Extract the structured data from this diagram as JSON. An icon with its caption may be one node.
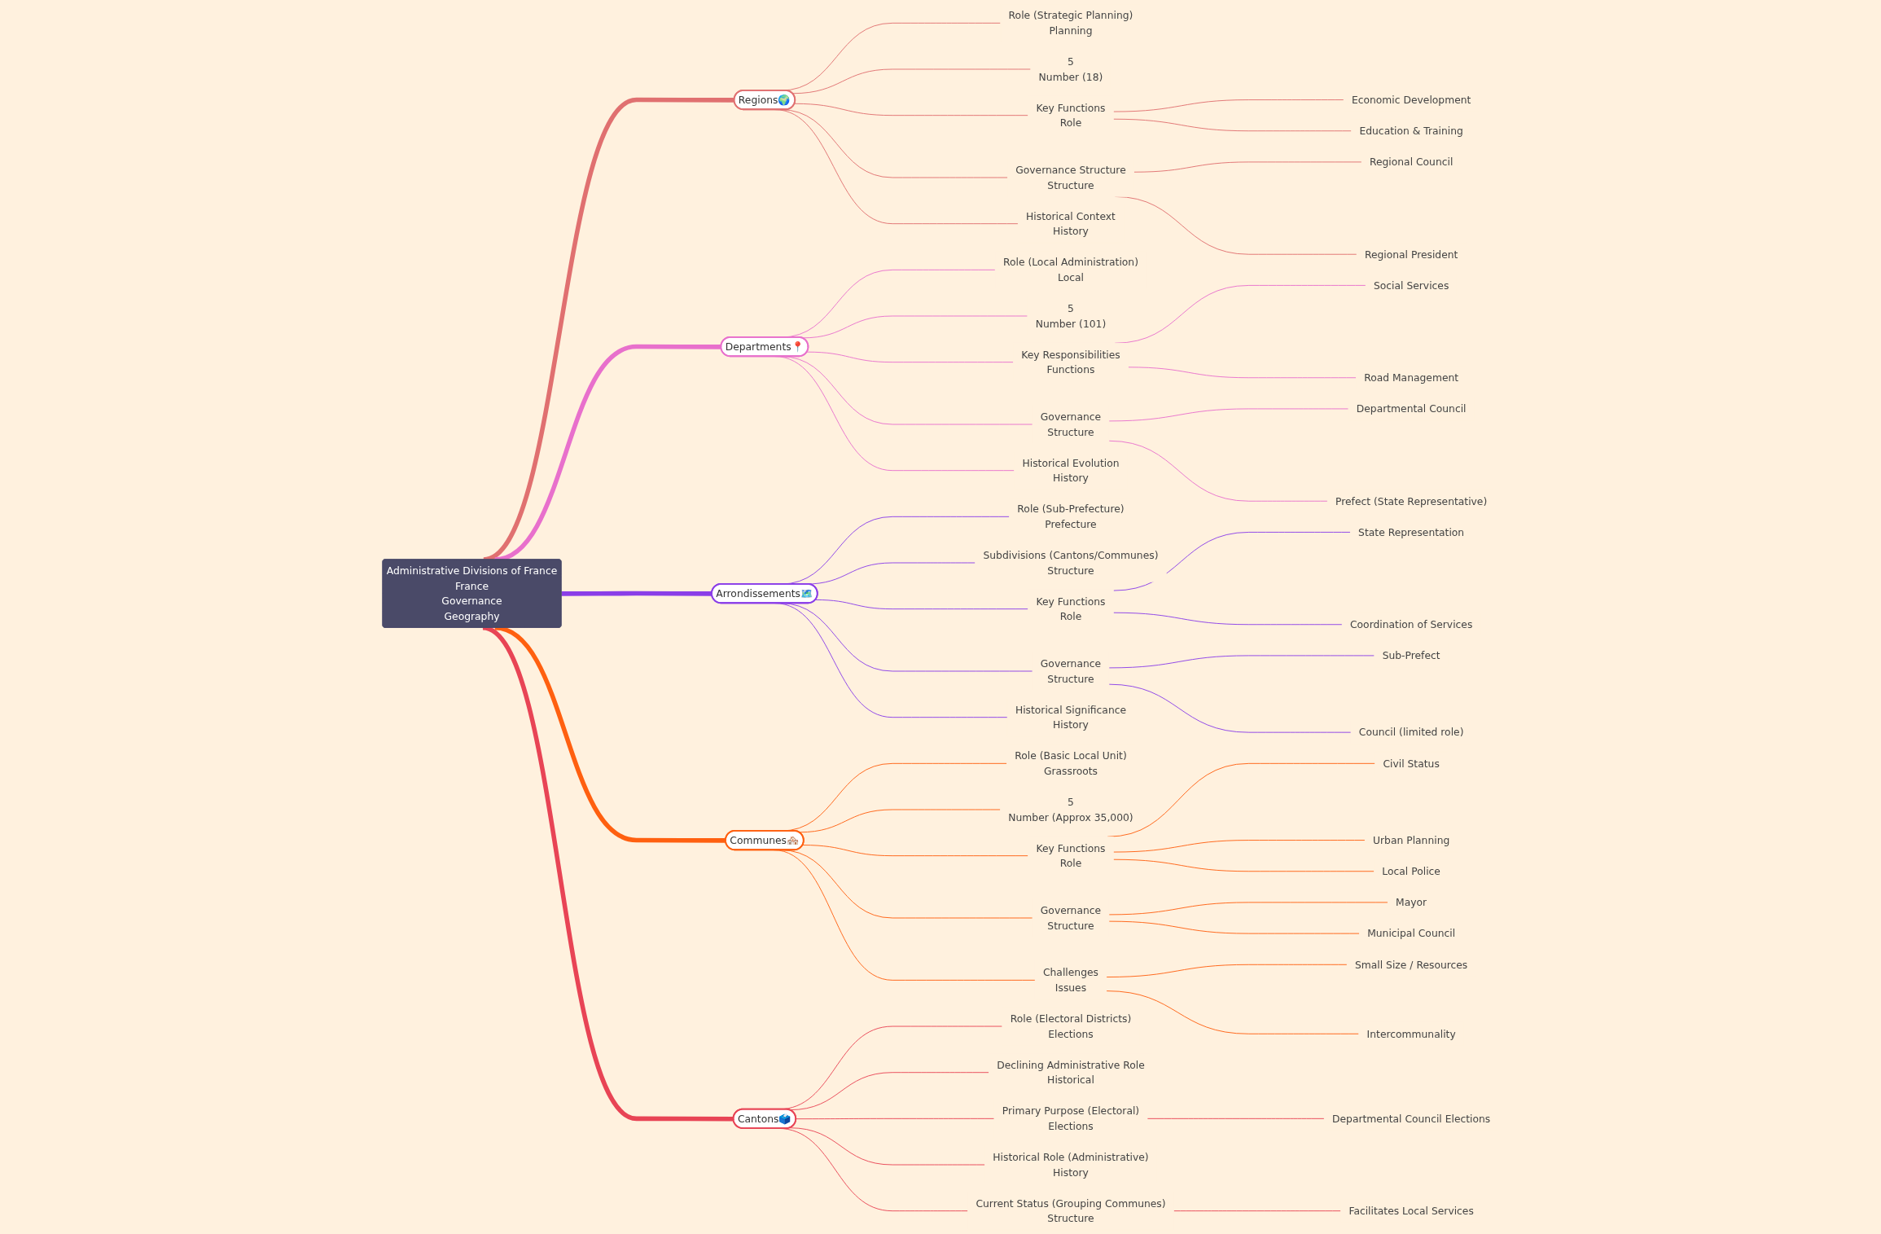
{
  "diagram": {
    "nodes": [
      {
        "text": [
          "Administrative Divisions of France",
          "France",
          "Governance",
          "Geography"
        ]
      },
      {
        "text": [
          "Regions🌍"
        ]
      },
      {
        "text": [
          "Role (Strategic Planning)",
          "Planning"
        ]
      },
      {
        "text": [
          "5",
          "Number (18)"
        ]
      },
      {
        "text": [
          "Key Functions",
          "Role"
        ]
      },
      {
        "text": [
          "Economic Development"
        ]
      },
      {
        "text": [
          "Education & Training"
        ]
      },
      {
        "text": [
          "Governance Structure",
          "Structure"
        ]
      },
      {
        "text": [
          "Regional Council"
        ]
      },
      {
        "text": [
          "Regional President"
        ]
      },
      {
        "text": [
          "Historical Context",
          "History"
        ]
      },
      {
        "text": [
          "Departments📍"
        ]
      },
      {
        "text": [
          "Role (Local Administration)",
          "Local"
        ]
      },
      {
        "text": [
          "5",
          "Number (101)"
        ]
      },
      {
        "text": [
          "Key Responsibilities",
          "Functions"
        ]
      },
      {
        "text": [
          "Social Services"
        ]
      },
      {
        "text": [
          "Road Management"
        ]
      },
      {
        "text": [
          "Governance",
          "Structure"
        ]
      },
      {
        "text": [
          "Departmental Council"
        ]
      },
      {
        "text": [
          "Prefect (State Representative)"
        ]
      },
      {
        "text": [
          "Historical Evolution",
          "History"
        ]
      },
      {
        "text": [
          "Arrondissements🗺️"
        ]
      },
      {
        "text": [
          "Role (Sub-Prefecture)",
          "Prefecture"
        ]
      },
      {
        "text": [
          "Subdivisions (Cantons/Communes)",
          "Structure"
        ]
      },
      {
        "text": [
          "Key Functions",
          "Role"
        ]
      },
      {
        "text": [
          "State Representation"
        ]
      },
      {
        "text": [
          "Coordination of Services"
        ]
      },
      {
        "text": [
          "Governance",
          "Structure"
        ]
      },
      {
        "text": [
          "Sub-Prefect"
        ]
      },
      {
        "text": [
          "Council (limited role)"
        ]
      },
      {
        "text": [
          "Historical Significance",
          "History"
        ]
      },
      {
        "text": [
          "Communes🏘️"
        ]
      },
      {
        "text": [
          "Role (Basic Local Unit)",
          "Grassroots"
        ]
      },
      {
        "text": [
          "5",
          "Number (Approx 35,000)"
        ]
      },
      {
        "text": [
          "Key Functions",
          "Role"
        ]
      },
      {
        "text": [
          "Civil Status"
        ]
      },
      {
        "text": [
          "Urban Planning"
        ]
      },
      {
        "text": [
          "Local Police"
        ]
      },
      {
        "text": [
          "Governance",
          "Structure"
        ]
      },
      {
        "text": [
          "Mayor"
        ]
      },
      {
        "text": [
          "Municipal Council"
        ]
      },
      {
        "text": [
          "Challenges",
          "Issues"
        ]
      },
      {
        "text": [
          "Small Size / Resources"
        ]
      },
      {
        "text": [
          "Intercommunality"
        ]
      },
      {
        "text": [
          "Cantons🗳️"
        ]
      },
      {
        "text": [
          "Role (Electoral Districts)",
          "Elections"
        ]
      },
      {
        "text": [
          "Declining Administrative Role",
          "Historical"
        ]
      },
      {
        "text": [
          "Primary Purpose (Electoral)",
          "Elections"
        ]
      },
      {
        "text": [
          "Departmental Council Elections"
        ]
      },
      {
        "text": [
          "Historical Role (Administrative)",
          "History"
        ]
      },
      {
        "text": [
          "Current Status (Grouping Communes)",
          "Structure"
        ]
      },
      {
        "text": [
          "Facilitates Local Services"
        ]
      }
    ],
    "edges": [
      {
        "from": 0,
        "to": 1,
        "arrow": "none",
        "style": "thick",
        "color": "#e07070"
      },
      {
        "from": 1,
        "to": 2,
        "arrow": "none",
        "color": "#e07070"
      },
      {
        "from": 1,
        "to": 3,
        "arrow": "none",
        "color": "#e07070"
      },
      {
        "from": 1,
        "to": 4,
        "arrow": "none",
        "color": "#e07070"
      },
      {
        "from": 4,
        "to": 5,
        "arrow": "none",
        "color": "#e07070"
      },
      {
        "from": 4,
        "to": 6,
        "arrow": "none",
        "color": "#e07070"
      },
      {
        "from": 1,
        "to": 7,
        "arrow": "none",
        "color": "#e07070"
      },
      {
        "from": 7,
        "to": 8,
        "arrow": "none",
        "color": "#e07070"
      },
      {
        "from": 7,
        "to": 9,
        "arrow": "none",
        "color": "#e07070"
      },
      {
        "from": 1,
        "to": 10,
        "arrow": "none",
        "color": "#e07070"
      },
      {
        "from": 0,
        "to": 11,
        "arrow": "none",
        "style": "thick",
        "color": "#e870cc"
      },
      {
        "from": 11,
        "to": 12,
        "arrow": "none",
        "color": "#e870cc"
      },
      {
        "from": 11,
        "to": 13,
        "arrow": "none",
        "color": "#e870cc"
      },
      {
        "from": 11,
        "to": 14,
        "arrow": "none",
        "color": "#e870cc"
      },
      {
        "from": 14,
        "to": 15,
        "arrow": "none",
        "color": "#e870cc"
      },
      {
        "from": 14,
        "to": 16,
        "arrow": "none",
        "color": "#e870cc"
      },
      {
        "from": 11,
        "to": 17,
        "arrow": "none",
        "color": "#e870cc"
      },
      {
        "from": 17,
        "to": 18,
        "arrow": "none",
        "color": "#e870cc"
      },
      {
        "from": 17,
        "to": 19,
        "arrow": "none",
        "color": "#e870cc"
      },
      {
        "from": 11,
        "to": 20,
        "arrow": "none",
        "color": "#e870cc"
      },
      {
        "from": 0,
        "to": 21,
        "arrow": "none",
        "style": "thick",
        "color": "#8a3ee8"
      },
      {
        "from": 21,
        "to": 22,
        "arrow": "none",
        "color": "#8a3ee8"
      },
      {
        "from": 21,
        "to": 23,
        "arrow": "none",
        "color": "#8a3ee8"
      },
      {
        "from": 21,
        "to": 24,
        "arrow": "none",
        "color": "#8a3ee8"
      },
      {
        "from": 24,
        "to": 25,
        "arrow": "none",
        "color": "#8a3ee8"
      },
      {
        "from": 24,
        "to": 26,
        "arrow": "none",
        "color": "#8a3ee8"
      },
      {
        "from": 21,
        "to": 27,
        "arrow": "none",
        "color": "#8a3ee8"
      },
      {
        "from": 27,
        "to": 28,
        "arrow": "none",
        "color": "#8a3ee8"
      },
      {
        "from": 27,
        "to": 29,
        "arrow": "none",
        "color": "#8a3ee8"
      },
      {
        "from": 21,
        "to": 30,
        "arrow": "none",
        "color": "#8a3ee8"
      },
      {
        "from": 0,
        "to": 31,
        "arrow": "none",
        "style": "thick",
        "color": "#ff6010"
      },
      {
        "from": 31,
        "to": 32,
        "arrow": "none",
        "color": "#ff6010"
      },
      {
        "from": 31,
        "to": 33,
        "arrow": "none",
        "color": "#ff6010"
      },
      {
        "from": 31,
        "to": 34,
        "arrow": "none",
        "color": "#ff6010"
      },
      {
        "from": 34,
        "to": 35,
        "arrow": "none",
        "color": "#ff6010"
      },
      {
        "from": 34,
        "to": 36,
        "arrow": "none",
        "color": "#ff6010"
      },
      {
        "from": 34,
        "to": 37,
        "arrow": "none",
        "color": "#ff6010"
      },
      {
        "from": 31,
        "to": 38,
        "arrow": "none",
        "color": "#ff6010"
      },
      {
        "from": 38,
        "to": 39,
        "arrow": "none",
        "color": "#ff6010"
      },
      {
        "from": 38,
        "to": 40,
        "arrow": "none",
        "color": "#ff6010"
      },
      {
        "from": 31,
        "to": 41,
        "arrow": "none",
        "color": "#ff6010"
      },
      {
        "from": 41,
        "to": 42,
        "arrow": "none",
        "color": "#ff6010"
      },
      {
        "from": 41,
        "to": 43,
        "arrow": "none",
        "color": "#ff6010"
      },
      {
        "from": 0,
        "to": 44,
        "arrow": "none",
        "style": "thick",
        "color": "#e84455"
      },
      {
        "from": 44,
        "to": 45,
        "arrow": "none",
        "color": "#e84455"
      },
      {
        "from": 44,
        "to": 46,
        "arrow": "none",
        "color": "#e84455"
      },
      {
        "from": 44,
        "to": 47,
        "arrow": "none",
        "color": "#e84455"
      },
      {
        "from": 47,
        "to": 48,
        "arrow": "none",
        "color": "#e84455"
      },
      {
        "from": 44,
        "to": 49,
        "arrow": "none",
        "color": "#e84455"
      },
      {
        "from": 44,
        "to": 50,
        "arrow": "none",
        "color": "#e84455"
      },
      {
        "from": 50,
        "to": 51,
        "arrow": "none",
        "color": "#e84455"
      }
    ]
  }
}
